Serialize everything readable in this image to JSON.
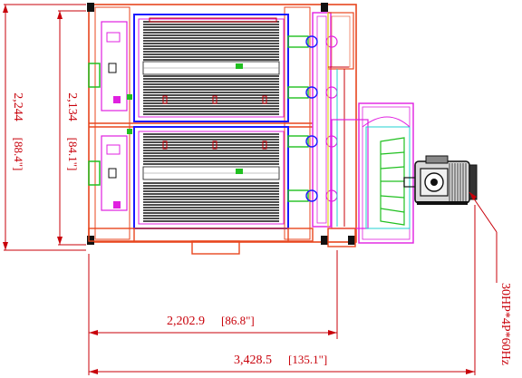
{
  "colors": {
    "dimension": "#c8000a",
    "frame": "#e8461e",
    "panel_blue": "#1a1aff",
    "panel_dark": "#111111",
    "magenta": "#e020e0",
    "green": "#20c020",
    "cyan": "#20d0d0",
    "yellow": "#e0e020",
    "black": "#000000"
  },
  "dimensions": {
    "overall_height": "2,244",
    "overall_height_imperial": "[88.4\"]",
    "inner_height": "2,134",
    "inner_height_imperial": "[84.1\"]",
    "inner_width": "2,202.9",
    "inner_width_imperial": "[86.8\"]",
    "overall_width": "3,428.5",
    "overall_width_imperial": "[135.1\"]"
  },
  "motor_callout": "30HP*4P*60Hz"
}
